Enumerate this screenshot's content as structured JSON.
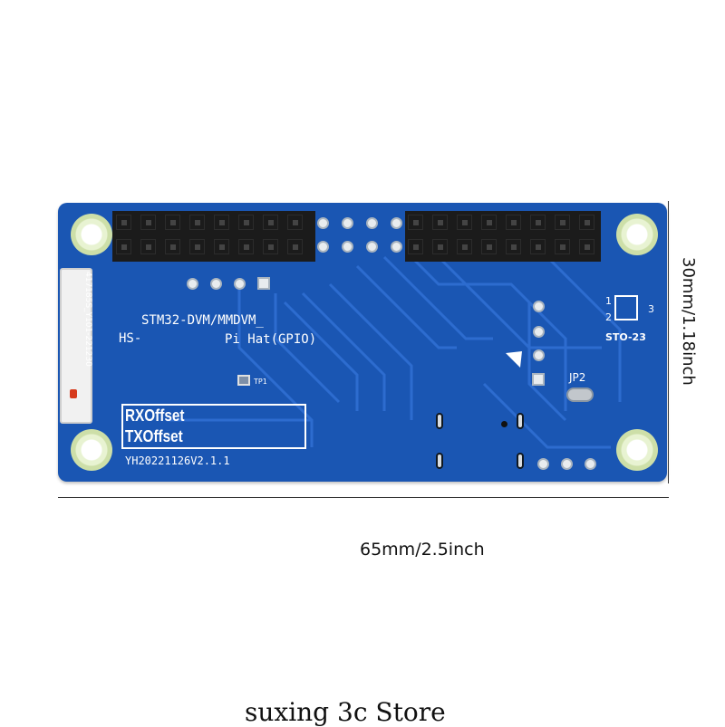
{
  "board": {
    "silk_stm": "STM32-DVM/MMDVM_",
    "silk_hs": "HS-",
    "silk_pihat": "Pi Hat(GPIO)",
    "rx_offset": "RXOffset",
    "tx_offset": "TXOffset",
    "version": "YH20221126V2.1.1",
    "tp1": "TP1",
    "jp2": "JP2",
    "sot": "STO-23",
    "sot_pin1": "1",
    "sot_pin2": "2",
    "sot_pin3": "3",
    "connector_code": "417185S_Y101-221230"
  },
  "dimensions": {
    "width_label": "65mm/2.5inch",
    "height_label": "30mm/1.18inch"
  },
  "watermark": "suxing 3c Store",
  "colors": {
    "pcb": "#1a56b3",
    "silkscreen": "#ffffff",
    "header": "#1b1b1b"
  }
}
